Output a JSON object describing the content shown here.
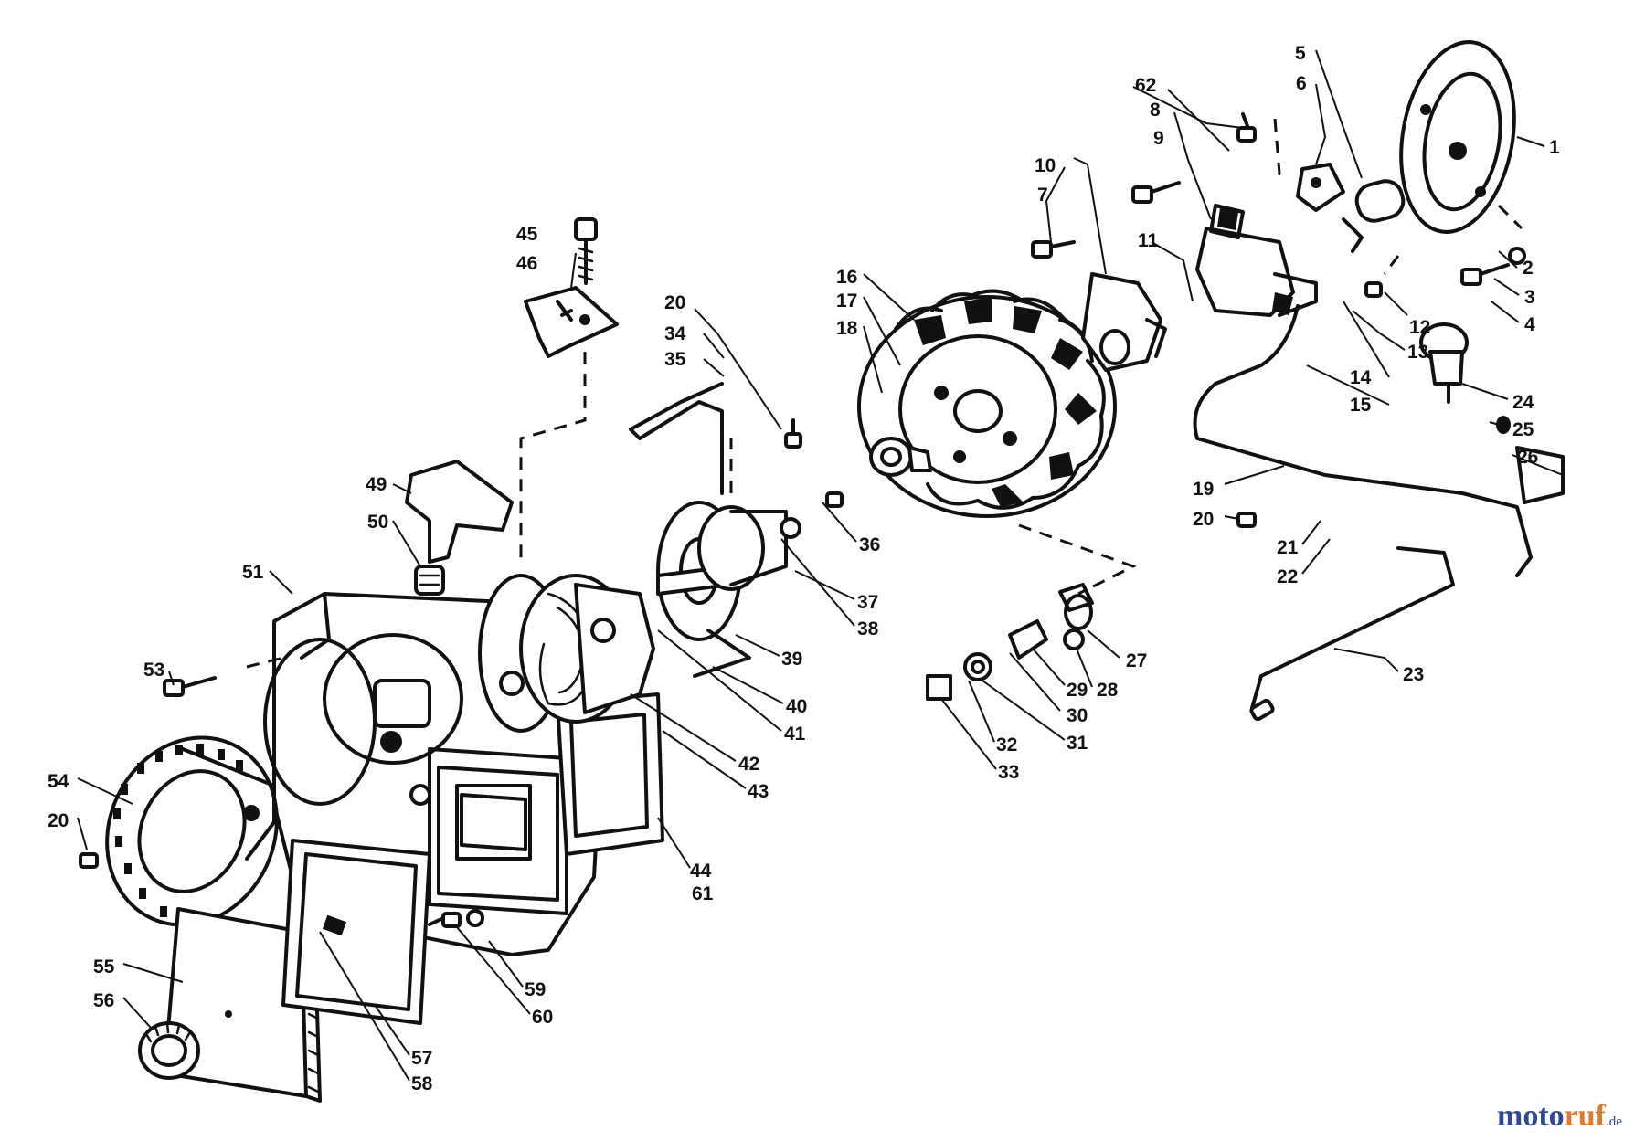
{
  "diagram": {
    "part_numbers": [
      "1",
      "2",
      "3",
      "4",
      "5",
      "6",
      "7",
      "8",
      "9",
      "10",
      "11",
      "12",
      "13",
      "14",
      "15",
      "16",
      "17",
      "18",
      "19",
      "20",
      "21",
      "22",
      "23",
      "24",
      "25",
      "26",
      "27",
      "28",
      "29",
      "30",
      "31",
      "32",
      "33",
      "34",
      "35",
      "36",
      "37",
      "38",
      "39",
      "40",
      "41",
      "42",
      "43",
      "44",
      "45",
      "46",
      "49",
      "50",
      "51",
      "53",
      "54",
      "55",
      "56",
      "57",
      "58",
      "59",
      "60",
      "61",
      "62"
    ]
  },
  "watermark": {
    "brand_main": "moto",
    "brand_accent": "ruf",
    "brand_suffix": ".de"
  },
  "colors": {
    "ink": "#111111",
    "background": "#ffffff",
    "watermark_blue": "#2c4a96",
    "watermark_orange": "#e0792a"
  }
}
